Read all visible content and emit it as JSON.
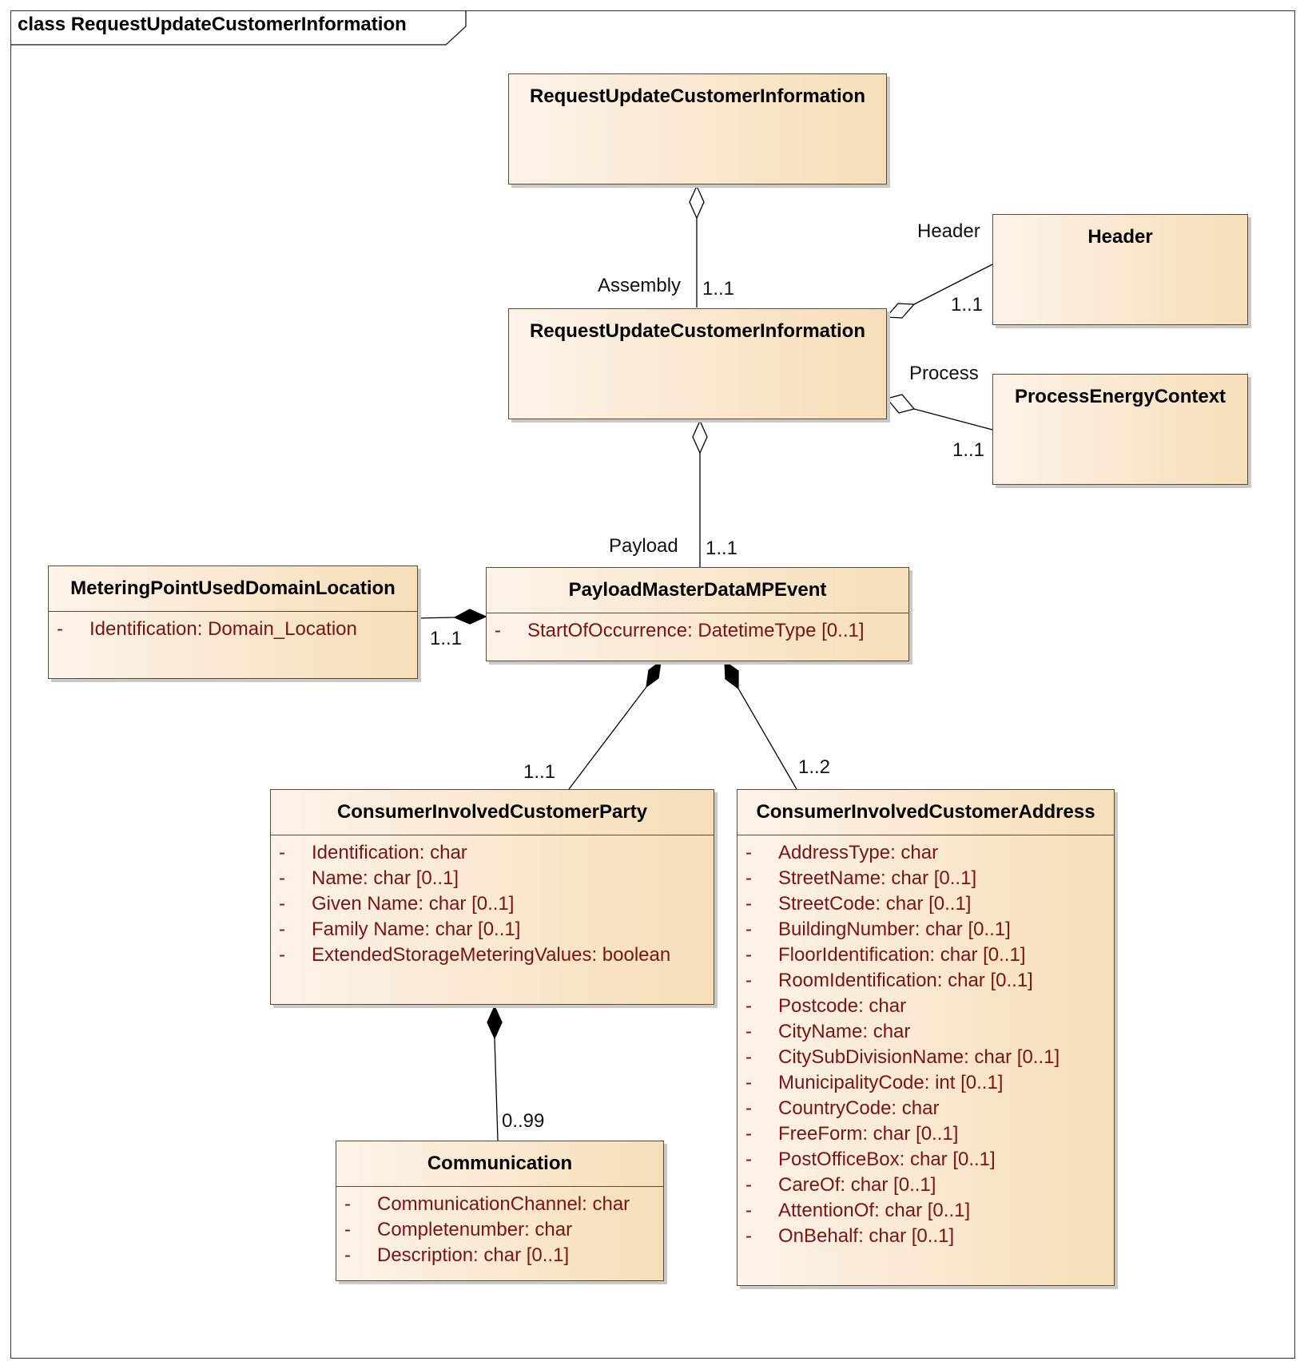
{
  "frame": {
    "title": "class RequestUpdateCustomerInformation"
  },
  "classes": {
    "root": {
      "name": "RequestUpdateCustomerInformation"
    },
    "assembly": {
      "name": "RequestUpdateCustomerInformation"
    },
    "header": {
      "name": "Header"
    },
    "process": {
      "name": "ProcessEnergyContext"
    },
    "metering": {
      "name": "MeteringPointUsedDomainLocation",
      "attributes": [
        {
          "vis": "-",
          "text": "Identification: Domain_Location"
        }
      ]
    },
    "payload": {
      "name": "PayloadMasterDataMPEvent",
      "attributes": [
        {
          "vis": "-",
          "text": "StartOfOccurrence: DatetimeType [0..1]"
        }
      ]
    },
    "party": {
      "name": "ConsumerInvolvedCustomerParty",
      "attributes": [
        {
          "vis": "-",
          "text": "Identification: char"
        },
        {
          "vis": "-",
          "text": "Name: char [0..1]"
        },
        {
          "vis": "-",
          "text": "Given Name: char [0..1]"
        },
        {
          "vis": "-",
          "text": "Family Name: char [0..1]"
        },
        {
          "vis": "-",
          "text": "ExtendedStorageMeteringValues: boolean"
        }
      ]
    },
    "address": {
      "name": "ConsumerInvolvedCustomerAddress",
      "attributes": [
        {
          "vis": "-",
          "text": "AddressType: char"
        },
        {
          "vis": "-",
          "text": "StreetName: char [0..1]"
        },
        {
          "vis": "-",
          "text": "StreetCode: char [0..1]"
        },
        {
          "vis": "-",
          "text": "BuildingNumber: char [0..1]"
        },
        {
          "vis": "-",
          "text": "FloorIdentification: char [0..1]"
        },
        {
          "vis": "-",
          "text": "RoomIdentification: char [0..1]"
        },
        {
          "vis": "-",
          "text": "Postcode: char"
        },
        {
          "vis": "-",
          "text": "CityName: char"
        },
        {
          "vis": "-",
          "text": "CitySubDivisionName: char [0..1]"
        },
        {
          "vis": "-",
          "text": "MunicipalityCode: int [0..1]"
        },
        {
          "vis": "-",
          "text": "CountryCode: char"
        },
        {
          "vis": "-",
          "text": "FreeForm: char [0..1]"
        },
        {
          "vis": "-",
          "text": "PostOfficeBox: char [0..1]"
        },
        {
          "vis": "-",
          "text": "CareOf: char [0..1]"
        },
        {
          "vis": "-",
          "text": "AttentionOf: char [0..1]"
        },
        {
          "vis": "-",
          "text": "OnBehalf: char [0..1]"
        }
      ]
    },
    "communication": {
      "name": "Communication",
      "attributes": [
        {
          "vis": "-",
          "text": "CommunicationChannel: char"
        },
        {
          "vis": "-",
          "text": "Completenumber: char"
        },
        {
          "vis": "-",
          "text": "Description: char [0..1]"
        }
      ]
    }
  },
  "labels": {
    "assembly_role": "Assembly",
    "assembly_mult": "1..1",
    "header_role": "Header",
    "header_mult": "1..1",
    "process_role": "Process",
    "process_mult": "1..1",
    "payload_role": "Payload",
    "payload_mult": "1..1",
    "metering_mult": "1..1",
    "party_mult": "1..1",
    "address_mult": "1..2",
    "communication_mult": "0..99"
  },
  "colors": {
    "class_fill_start": "#fdf3e8",
    "class_fill_end": "#f6deb8",
    "attribute_text": "#7a1414",
    "border": "#5a4a3a"
  }
}
